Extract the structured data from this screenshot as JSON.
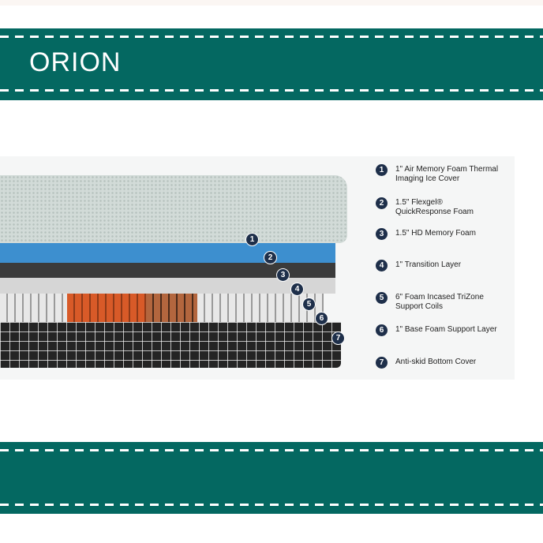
{
  "title": "ORION",
  "colors": {
    "banner": "#046861",
    "badge": "#1e2f4a"
  },
  "layers": [
    {
      "num": "1",
      "label": "1\" Air Memory Foam Thermal Imaging Ice Cover"
    },
    {
      "num": "2",
      "label": "1.5\" Flexgel® QuickResponse Foam"
    },
    {
      "num": "3",
      "label": "1.5\" HD Memory Foam"
    },
    {
      "num": "4",
      "label": "1\" Transition Layer"
    },
    {
      "num": "5",
      "label": "6\" Foam Incased TriZone Support Coils"
    },
    {
      "num": "6",
      "label": "1\" Base Foam Support Layer"
    },
    {
      "num": "7",
      "label": "Anti-skid Bottom Cover"
    }
  ]
}
